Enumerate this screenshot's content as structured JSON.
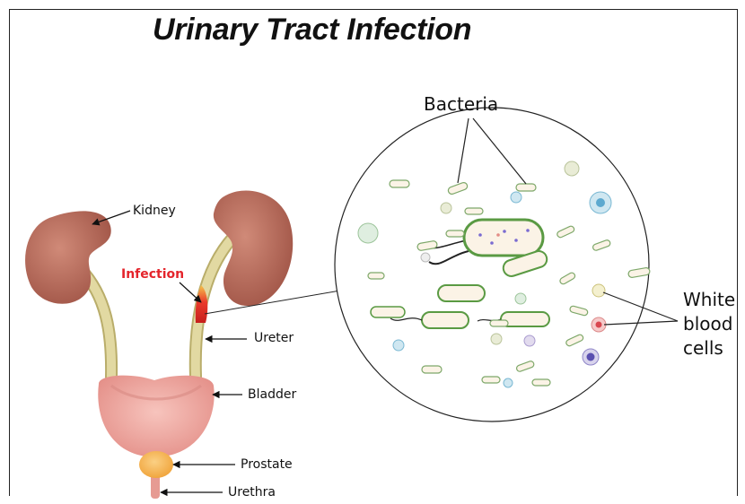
{
  "title": "Urinary Tract Infection",
  "labels": {
    "kidney": "Kidney",
    "infection": "Infection",
    "ureter": "Ureter",
    "bladder": "Bladder",
    "prostate": "Prostate",
    "urethra": "Urethra",
    "bacteria": "Bacteria",
    "white_blood_cells_line1": "White",
    "white_blood_cells_line2": "blood",
    "white_blood_cells_line3": "cells"
  },
  "colors": {
    "kidney": "#b8685a",
    "ureter": "#e2d9a2",
    "infection": "#e4242b",
    "bladder": "#f0a6a0",
    "prostate": "#f6b24a",
    "bacteria_outline": "#5a9a43",
    "bacteria_fill": "#fbf3e6"
  }
}
